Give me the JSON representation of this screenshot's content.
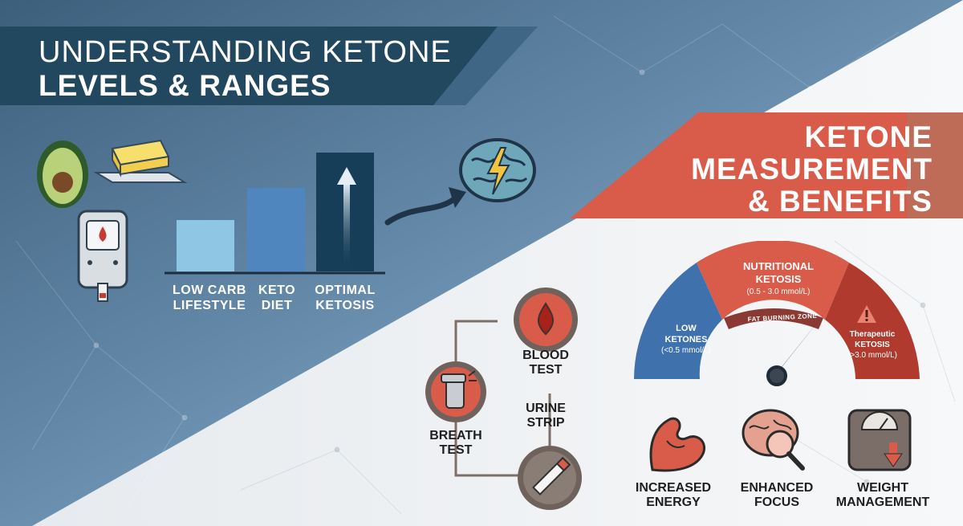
{
  "title": {
    "line1": "UNDERSTANDING KETONE",
    "line2": "LEVELS & RANGES"
  },
  "right_title": {
    "line1": "KETONE",
    "line2": "MEASUREMENT",
    "line3": "& BENEFITS"
  },
  "levels": [
    {
      "label_line1": "LOW CARB",
      "label_line2": "LIFESTYLE",
      "level": 1
    },
    {
      "label_line1": "KETO",
      "label_line2": "DIET",
      "level": 2
    },
    {
      "label_line1": "OPTIMAL",
      "label_line2": "KETOSIS",
      "level": 3
    }
  ],
  "tests": {
    "blood": {
      "line1": "BLOOD",
      "line2": "TEST"
    },
    "urine": {
      "line1": "URINE",
      "line2": "STRIP"
    },
    "breath": {
      "line1": "BREATH",
      "line2": "TEST"
    }
  },
  "gauge": {
    "low": {
      "line1": "LOW",
      "line2": "KETONES",
      "line3": "(<0.5 mmol/L)"
    },
    "nutritional": {
      "line1": "NUTRITIONAL",
      "line2": "KETOSIS",
      "line3": "(0.5 - 3.0 mmol/L)"
    },
    "therapeutic": {
      "line1": "Therapeutic",
      "line2": "KETOSIS",
      "line3": "(>3.0 mmol/L)"
    },
    "zone_label": "FAT BURNING ZONE"
  },
  "benefits": [
    {
      "line1": "INCREASED",
      "line2": "ENERGY",
      "icon": "muscle-icon"
    },
    {
      "line1": "ENHANCED",
      "line2": "FOCUS",
      "icon": "brain-magnifier-icon"
    },
    {
      "line1": "WEIGHT",
      "line2": "MANAGEMENT",
      "icon": "scale-icon"
    }
  ],
  "colors": {
    "dark_navy": "#22485f",
    "steel_blue": "#5e7f99",
    "coral": "#d95c4a",
    "light_bar": "#8ec6e4",
    "mid_bar": "#4f86bd",
    "dark_bar": "#173e58",
    "dark_red": "#b03a2e",
    "gauge_blue": "#3f72ad"
  }
}
